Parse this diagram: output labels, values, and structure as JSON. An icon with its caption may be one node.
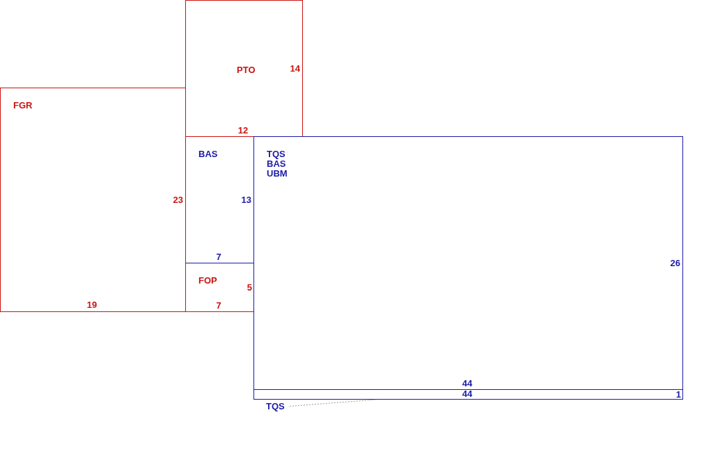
{
  "diagram": {
    "nodes": [
      {
        "text": [
          "FGR",
          "23",
          "19"
        ]
      },
      {
        "text": [
          "PTO",
          "14",
          "12"
        ]
      },
      {
        "text": [
          "BAS",
          "13",
          "7"
        ]
      },
      {
        "text": [
          "FOP",
          "5",
          "7"
        ]
      },
      {
        "text": [
          "TQS",
          "BAS",
          "UBM",
          "26",
          "44"
        ]
      },
      {
        "text": [
          "44",
          "1"
        ]
      },
      {
        "text": [
          "TQS"
        ]
      }
    ],
    "edges": [
      {
        "from": 6,
        "to": 5,
        "arrow": "none",
        "style": "dashed",
        "color": "#999999"
      }
    ]
  }
}
